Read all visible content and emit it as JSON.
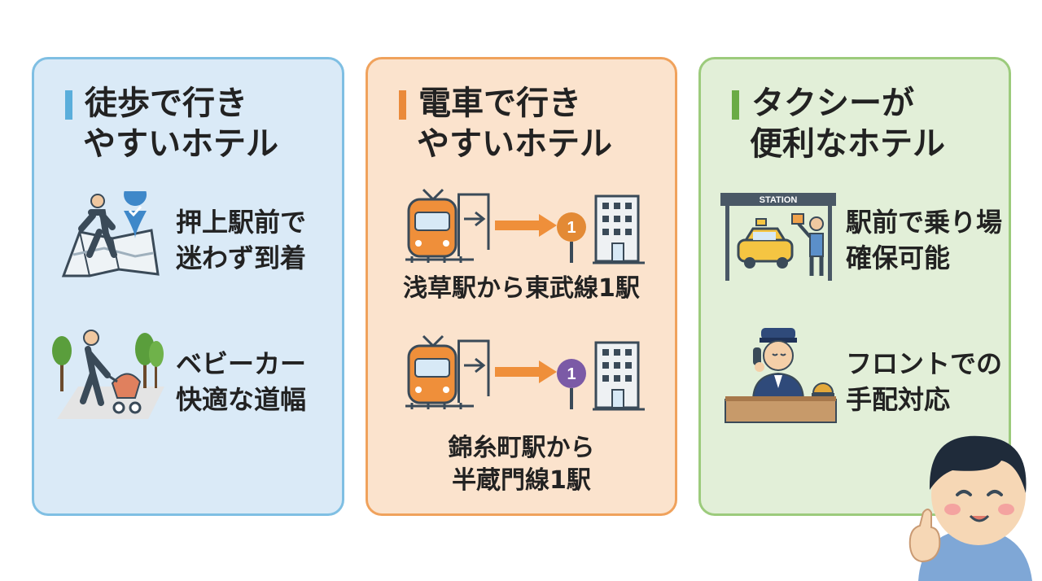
{
  "panels": {
    "walk": {
      "title_line1": "徒歩で行き",
      "title_line2": "やすいホテル",
      "accent": "#5aaedb",
      "items": [
        {
          "line1": "押上駅前で",
          "line2": "迷わず到着",
          "icon": "walking-map-icon"
        },
        {
          "line1": "ベビーカー",
          "line2": "快適な道幅",
          "icon": "stroller-icon"
        }
      ]
    },
    "train": {
      "title_line1": "電車で行き",
      "title_line2": "やすいホテル",
      "accent": "#ea8a3a",
      "routes": [
        {
          "caption_line1": "浅草駅から東武線1駅",
          "caption_line2": "",
          "stops": "1",
          "stop_color": "#e38a35"
        },
        {
          "caption_line1": "錦糸町駅から",
          "caption_line2": "半蔵門線1駅",
          "stops": "1",
          "stop_color": "#7b5aa6"
        }
      ]
    },
    "taxi": {
      "title_line1": "タクシーが",
      "title_line2": "便利なホテル",
      "accent": "#6aab45",
      "station_sign": "STATION",
      "items": [
        {
          "line1": "駅前で乗り場",
          "line2": "確保可能",
          "icon": "taxi-stand-icon"
        },
        {
          "line1": "フロントでの",
          "line2": "手配対応",
          "icon": "front-desk-icon"
        }
      ]
    }
  }
}
